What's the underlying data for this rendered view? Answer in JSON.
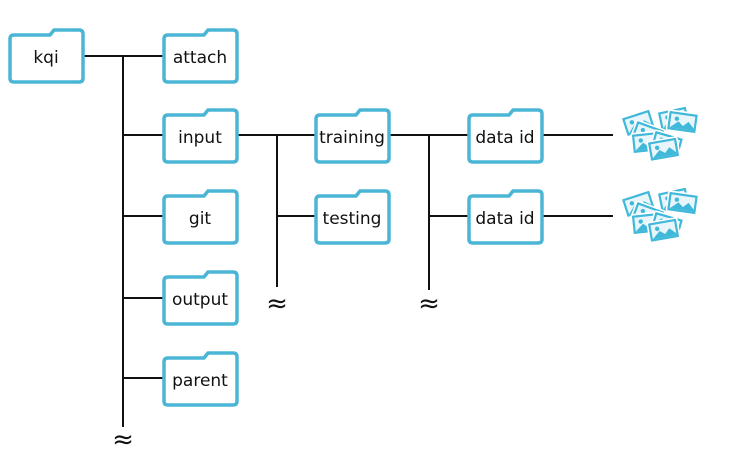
{
  "colors": {
    "folder_stroke": "#4bb5d6",
    "folder_fill": "#ffffff",
    "line": "#111111",
    "image_fill": "#3fb8d9",
    "image_light": "#e8f6fb"
  },
  "folders": {
    "kqi": "kqi",
    "attach": "attach",
    "input": "input",
    "git": "git",
    "output": "output",
    "parent": "parent",
    "training": "training",
    "testing": "testing",
    "data_id_1": "data id",
    "data_id_2": "data id"
  },
  "continuation_marks": {
    "root": "≈",
    "input": "≈",
    "training": "≈"
  },
  "icons": {
    "images_1": "images-stack-icon",
    "images_2": "images-stack-icon"
  }
}
